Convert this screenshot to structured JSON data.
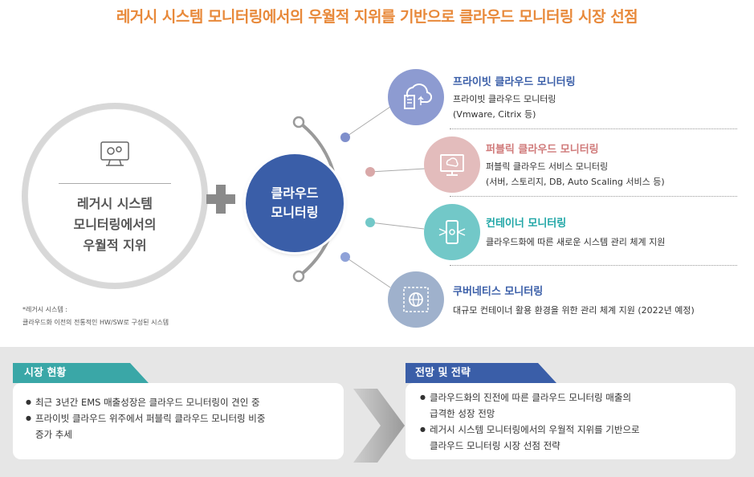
{
  "title": "레거시 시스템 모니터링에서의 우월적 지위를 기반으로 클라우드 모니터링 시장 선점",
  "legacy": {
    "line1": "레거시 시스템",
    "line2": "모니터링에서의",
    "line3": "우월적 지위",
    "icon": "monitor-gear-icon"
  },
  "center": {
    "line1": "클라우드",
    "line2": "모니터링"
  },
  "categories": [
    {
      "title": "프라이빗 클라우드 모니터링",
      "desc1": "프라이빗 클라우드 모니터링",
      "desc2": "(Vmware, Citrix 등)",
      "color": "#3a5ea8",
      "icon_bg": "#8d9bd1",
      "icon": "cloud-server-icon"
    },
    {
      "title": "퍼블릭 클라우드 모니터링",
      "desc1": "퍼블릭 클라우드 서비스 모니터링",
      "desc2": "(서버, 스토리지, DB, Auto Scaling 서비스 등)",
      "color": "#d07a7a",
      "icon_bg": "#e3bcbc",
      "icon": "cloud-monitor-icon"
    },
    {
      "title": "컨테이너 모니터링",
      "desc1": "클라우드화에 따른 새로운 시스템 관리 체계 지원",
      "desc2": "",
      "color": "#1fa6a6",
      "icon_bg": "#72c8c8",
      "icon": "container-network-icon"
    },
    {
      "title": "쿠버네티스 모니터링",
      "desc1": "대규모 컨테이너 활용 환경을 위한 관리 체계 지원 (2022년 예정)",
      "desc2": "",
      "color": "#3a5ea8",
      "icon_bg": "#9fb1cc",
      "icon": "kubernetes-globe-icon"
    }
  ],
  "footnote": {
    "line1": "*레거시 시스템 :",
    "line2": "클라우드화 이전의 전통적인 HW/SW로 구성된 시스템"
  },
  "status": {
    "label": "시장 현황",
    "items": [
      "최근 3년간 EMS 매출성장은 클라우드 모니터링이 견인 중",
      "프라이빗 클라우드 위주에서 퍼블릭 클라우드 모니터링 비중",
      "증가 추세"
    ]
  },
  "strategy": {
    "label": "전망 및 전략",
    "items": [
      "클라우드화의 진전에 따른 클라우드 모니터링 매출의",
      "급격한 성장 전망",
      "레거시 시스템 모니터링에서의 우월적 지위를 기반으로",
      "클라우드 모니터링 시장 선점 전략"
    ]
  },
  "colors": {
    "title": "#e8893a",
    "tab_status": "#3aa7a7",
    "tab_strategy": "#3a5ea8",
    "center": "#3a5ea8"
  }
}
